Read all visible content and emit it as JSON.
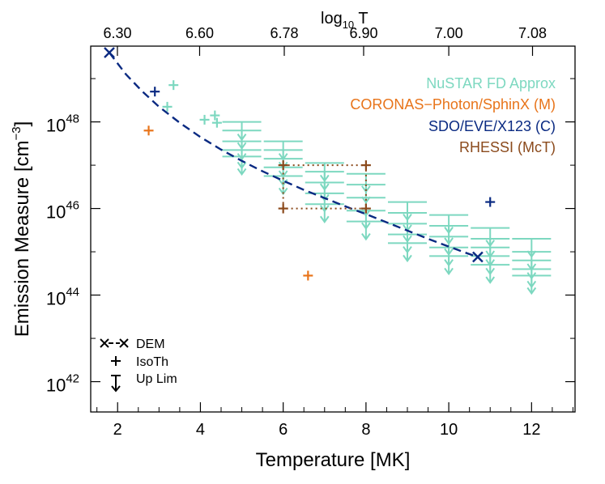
{
  "colors": {
    "nustar": "#7dd8c0",
    "coronas": "#e8741a",
    "sdo": "#0a2a82",
    "rhessi": "#8b4a1c",
    "axis": "#000000"
  },
  "chart_data": {
    "type": "scatter",
    "xlabel": "Temperature [MK]",
    "ylabel_main": "Emission Measure [cm",
    "ylabel_sup": "−3",
    "ylabel_close": "]",
    "top_axis_label_main": "log",
    "top_axis_label_sub": "10",
    "top_axis_label_tail": " T",
    "x_range": [
      1.35,
      13.05
    ],
    "y_range_log10": [
      41.3,
      49.75
    ],
    "y_scale": "log",
    "x_ticks": [
      2,
      4,
      6,
      8,
      10,
      12
    ],
    "x_tick_labels": [
      "2",
      "4",
      "6",
      "8",
      "10",
      "12"
    ],
    "y_ticks_log10": [
      42,
      44,
      46,
      48
    ],
    "y_tick_labels": [
      {
        "base": "10",
        "exp": "42"
      },
      {
        "base": "10",
        "exp": "44"
      },
      {
        "base": "10",
        "exp": "46"
      },
      {
        "base": "10",
        "exp": "48"
      }
    ],
    "top_ticks_T_MK": [
      1.995,
      3.981,
      6.026,
      7.943,
      10.0,
      12.023
    ],
    "top_tick_labels": [
      "6.30",
      "6.60",
      "6.78",
      "6.90",
      "7.00",
      "7.08"
    ],
    "legend": [
      {
        "label": "NuSTAR FD Approx",
        "color": "nustar"
      },
      {
        "label": "CORONAS−Photon/SphinX (M)",
        "color": "coronas"
      },
      {
        "label": "SDO/EVE/X123 (C)",
        "color": "sdo"
      },
      {
        "label": "RHESSI (McT)",
        "color": "rhessi"
      }
    ],
    "key": [
      {
        "label": "DEM"
      },
      {
        "label": "IsoTh"
      },
      {
        "label": "Up Lim"
      }
    ],
    "series": [
      {
        "name": "SDO/EVE/X123 (C)",
        "color": "sdo",
        "dem_curve": {
          "x": [
            1.8,
            2.2,
            2.6,
            3.0,
            3.5,
            4.0,
            4.5,
            5.0,
            5.5,
            6.0,
            6.5,
            7.0,
            7.5,
            8.0,
            8.5,
            9.0,
            9.5,
            10.0,
            10.4,
            10.7
          ],
          "y_log10": [
            49.6,
            49.1,
            48.7,
            48.35,
            47.98,
            47.65,
            47.36,
            47.1,
            46.86,
            46.64,
            46.43,
            46.24,
            46.05,
            45.87,
            45.68,
            45.49,
            45.3,
            45.12,
            44.98,
            44.88
          ]
        },
        "dem_endpoints": [
          {
            "x": 1.8,
            "y_log10": 49.6
          },
          {
            "x": 10.7,
            "y_log10": 44.88
          }
        ],
        "isoth": [
          {
            "x": 2.9,
            "y_log10": 48.7
          },
          {
            "x": 11.0,
            "y_log10": 46.15
          }
        ]
      },
      {
        "name": "CORONAS−Photon/SphinX (M)",
        "color": "coronas",
        "isoth": [
          {
            "x": 2.75,
            "y_log10": 47.8
          },
          {
            "x": 6.6,
            "y_log10": 44.45
          }
        ]
      },
      {
        "name": "RHESSI (McT)",
        "color": "rhessi",
        "box": {
          "x": [
            6.0,
            8.0
          ],
          "y_log10": [
            46.0,
            47.0
          ]
        },
        "isoth": [
          {
            "x": 6.0,
            "y_log10": 47.0
          },
          {
            "x": 8.0,
            "y_log10": 47.0
          },
          {
            "x": 6.0,
            "y_log10": 46.0
          },
          {
            "x": 8.0,
            "y_log10": 46.0
          }
        ]
      },
      {
        "name": "NuSTAR FD Approx",
        "color": "nustar",
        "isoth": [
          {
            "x": 3.2,
            "y_log10": 48.35
          },
          {
            "x": 3.35,
            "y_log10": 48.85
          },
          {
            "x": 4.1,
            "y_log10": 48.05
          },
          {
            "x": 4.35,
            "y_log10": 48.15
          },
          {
            "x": 4.4,
            "y_log10": 47.98
          }
        ],
        "upper_limits": [
          {
            "x": 5.0,
            "y_log10": [
              48.0,
              47.8,
              47.55,
              47.35,
              47.2
            ]
          },
          {
            "x": 6.0,
            "y_log10": [
              47.55,
              47.35,
              47.15,
              46.95,
              46.75
            ]
          },
          {
            "x": 7.0,
            "y_log10": [
              47.05,
              46.85,
              46.6,
              46.35,
              46.1
            ]
          },
          {
            "x": 8.0,
            "y_log10": [
              46.8,
              46.55,
              46.25,
              45.95,
              45.7
            ]
          },
          {
            "x": 9.0,
            "y_log10": [
              46.15,
              45.9,
              45.65,
              45.4,
              45.2
            ]
          },
          {
            "x": 10.0,
            "y_log10": [
              45.85,
              45.6,
              45.35,
              45.1,
              44.9
            ]
          },
          {
            "x": 11.0,
            "y_log10": [
              45.55,
              45.3,
              45.1,
              44.9,
              44.7
            ]
          },
          {
            "x": 12.0,
            "y_log10": [
              45.3,
              45.0,
              44.8,
              44.6,
              44.45
            ]
          }
        ]
      }
    ]
  }
}
